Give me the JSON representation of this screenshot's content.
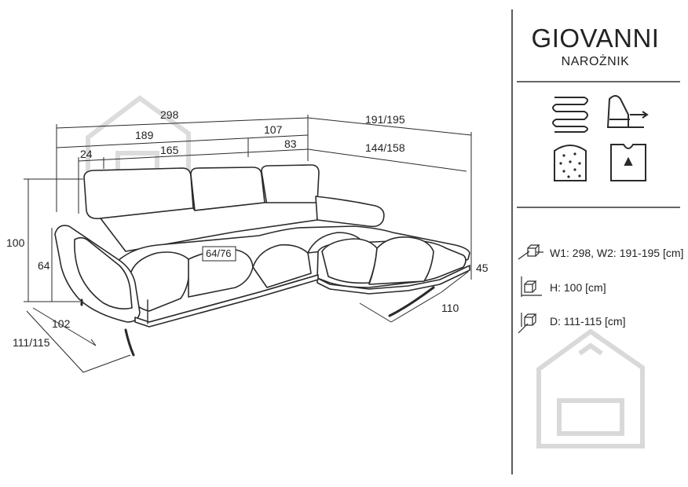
{
  "product": {
    "name": "GIOVANNI",
    "type": "NAROŻNIK"
  },
  "feature_icons": [
    "spring-icon",
    "slide-seat-icon",
    "foam-icon",
    "storage-icon"
  ],
  "specs": [
    {
      "icon": "width-cube-icon",
      "text": "W1: 298, W2: 191-195 [cm]"
    },
    {
      "icon": "height-cube-icon",
      "text": "H: 100 [cm]"
    },
    {
      "icon": "depth-cube-icon",
      "text": "D: 111-115 [cm]"
    }
  ],
  "dimensions": {
    "total_width": "298",
    "corner_width": "191/195",
    "main_width": "189",
    "back_section": "107",
    "seat_width": "165",
    "back_seat": "83",
    "chaise_inner": "144/158",
    "armrest": "24",
    "total_height": "100",
    "back_height": "64",
    "seat_depth_range": "64/76",
    "seat_height": "45",
    "chaise_depth": "110",
    "depth_inner": "102",
    "depth_range": "111/115"
  },
  "colors": {
    "line": "#2a2a2a",
    "divider": "#333333",
    "watermark": "#d9d9d9"
  }
}
